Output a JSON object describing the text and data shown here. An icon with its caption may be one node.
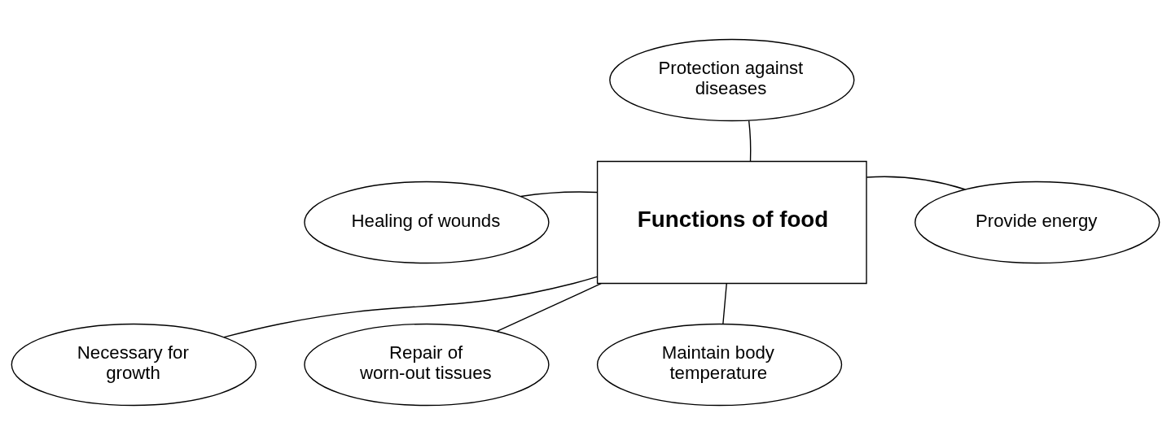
{
  "diagram": {
    "nodes": [
      {
        "text": [
          "Protection against diseases"
        ]
      },
      {
        "text": [
          "Healing of wounds"
        ]
      },
      {
        "text": [
          "Functions of food"
        ]
      },
      {
        "text": [
          "Provide energy"
        ]
      },
      {
        "text": [
          "Necessary for growth"
        ]
      },
      {
        "text": [
          "Repair of worn-out tissues"
        ]
      },
      {
        "text": [
          "Maintain body temperature"
        ]
      }
    ],
    "edges": [
      {
        "from": 2,
        "to": 0,
        "arrow": "none"
      },
      {
        "from": 2,
        "to": 1,
        "arrow": "none"
      },
      {
        "from": 2,
        "to": 3,
        "arrow": "none"
      },
      {
        "from": 2,
        "to": 4,
        "arrow": "none"
      },
      {
        "from": 2,
        "to": 5,
        "arrow": "none"
      },
      {
        "from": 2,
        "to": 6,
        "arrow": "none"
      }
    ]
  }
}
